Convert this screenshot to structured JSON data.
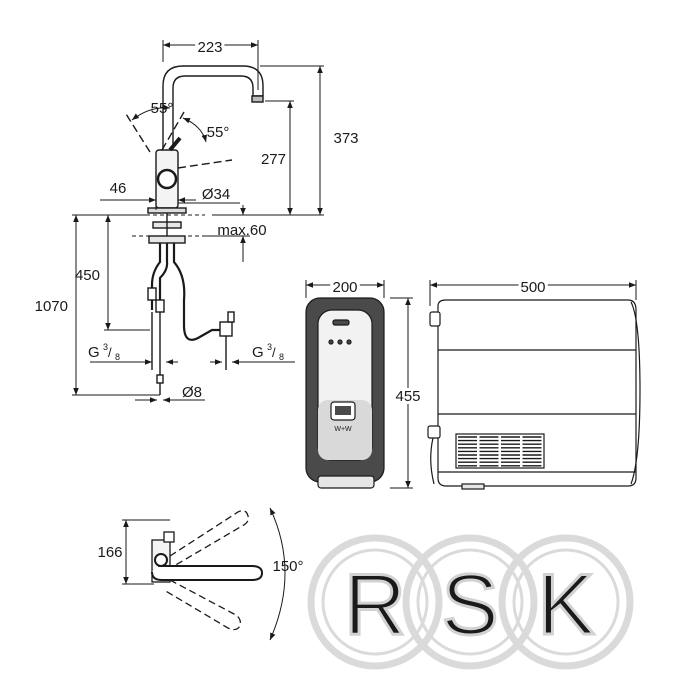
{
  "dimensions": {
    "faucet_width": "223",
    "faucet_height_total": "373",
    "faucet_height_spout": "277",
    "angle_left": "55°",
    "angle_right": "55°",
    "base_offset": "46",
    "base_diameter": "Ø34",
    "counter_max": "max.60",
    "hose_length": "1070",
    "hose_450": "450",
    "thread_left_base": "G",
    "thread_left_num": "3",
    "thread_left_den": "8",
    "thread_right_base": "G",
    "thread_right_num": "3",
    "thread_right_den": "8",
    "tube_diameter": "Ø8",
    "boiler_width": "200",
    "boiler_height": "455",
    "boiler_depth": "500",
    "swivel_offset": "166",
    "swivel_angle": "150°"
  },
  "watermark": {
    "letters": [
      "R",
      "S",
      "K"
    ]
  },
  "colors": {
    "line": "#1a1a1a",
    "watermark": "#d9d9d9",
    "device_dark": "#4a4a4a",
    "device_light": "#f4f4f4"
  }
}
